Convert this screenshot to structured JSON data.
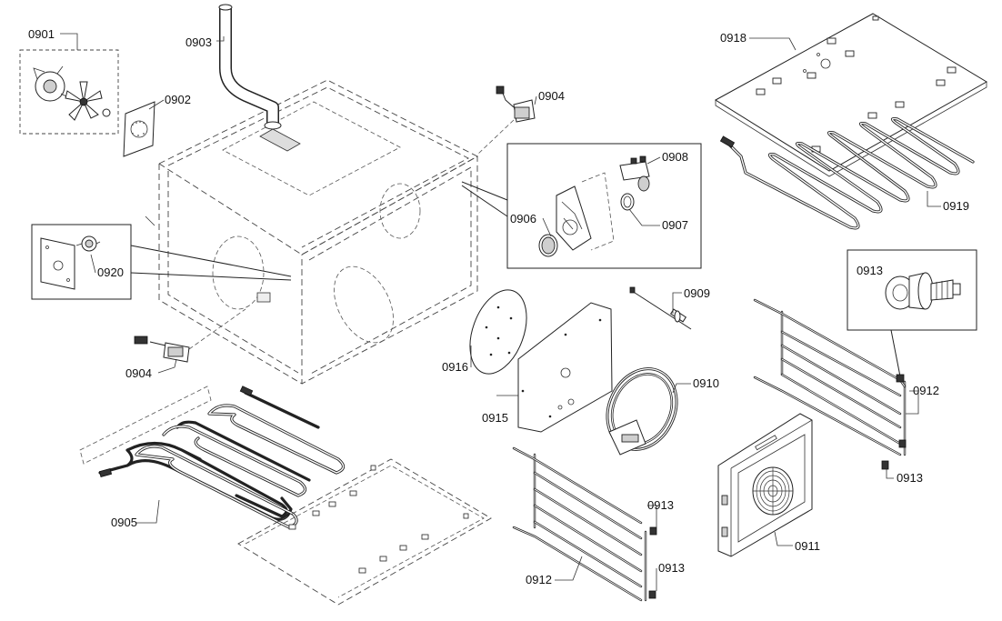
{
  "diagram": {
    "labels": {
      "p0901": "0901",
      "p0902": "0902",
      "p0903": "0903",
      "p0904a": "0904",
      "p0904b": "0904",
      "p0905": "0905",
      "p0906": "0906",
      "p0907": "0907",
      "p0908": "0908",
      "p0909": "0909",
      "p0910": "0910",
      "p0911": "0911",
      "p0912a": "0912",
      "p0912b": "0912",
      "p0913a": "0913",
      "p0913b": "0913",
      "p0913c": "0913",
      "p0913d": "0913",
      "p0915": "0915",
      "p0916": "0916",
      "p0918": "0918",
      "p0919": "0919",
      "p0920": "0920"
    }
  }
}
